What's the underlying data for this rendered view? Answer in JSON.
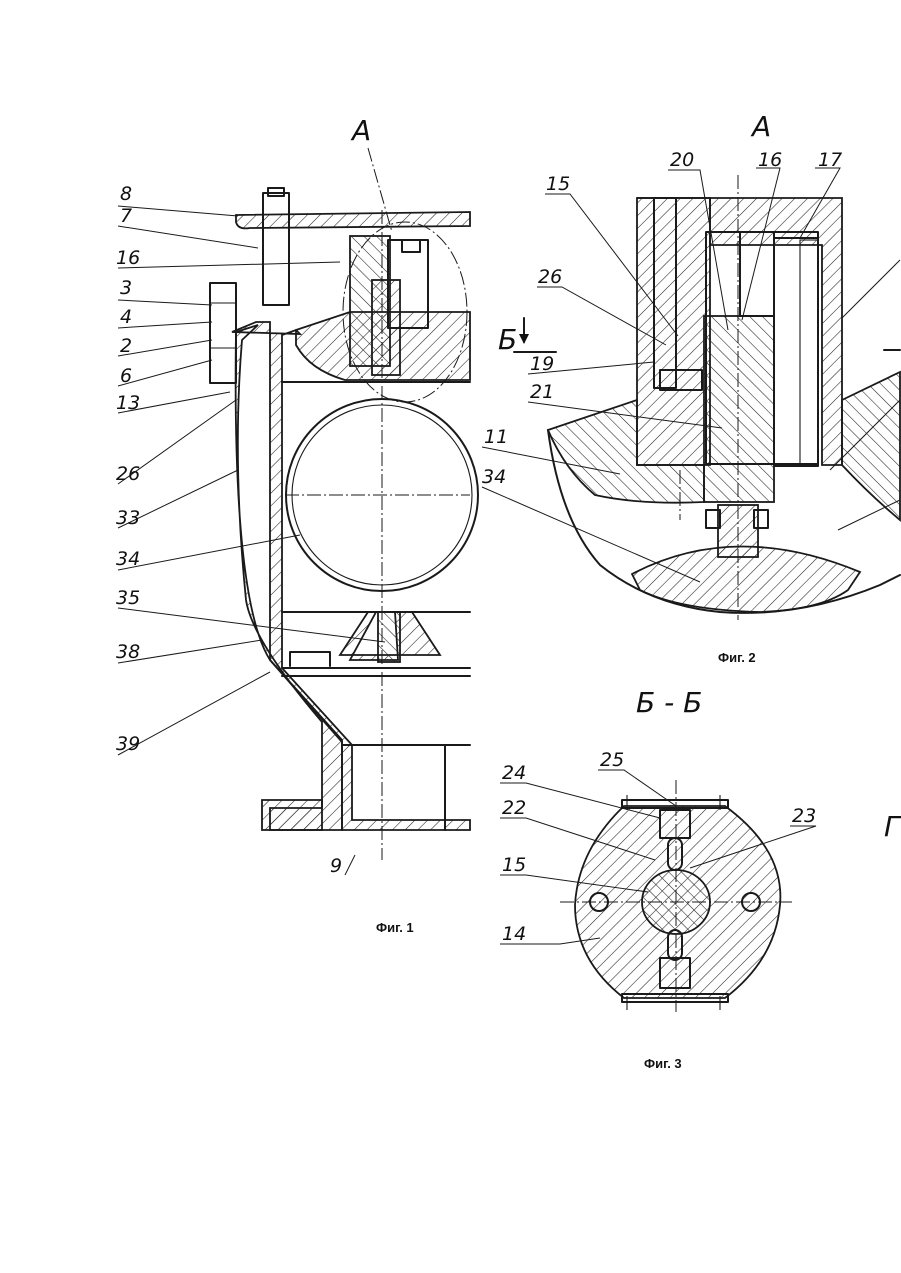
{
  "fig1": {
    "view_label": "А",
    "caption": "Фиг. 1",
    "labels": [
      "8",
      "7",
      "16",
      "3",
      "4",
      "2",
      "6",
      "13",
      "26",
      "33",
      "34",
      "35",
      "38",
      "39",
      "9"
    ]
  },
  "fig2": {
    "view_label": "А",
    "section_mark": "Б",
    "caption": "Фиг. 2",
    "labels": [
      "20",
      "16",
      "17",
      "15",
      "26",
      "19",
      "21",
      "11",
      "34"
    ]
  },
  "fig3": {
    "section_title": "Б - Б",
    "caption": "Фиг. 3",
    "labels": [
      "25",
      "24",
      "22",
      "23",
      "15",
      "14"
    ]
  },
  "edge_letter": "Г"
}
